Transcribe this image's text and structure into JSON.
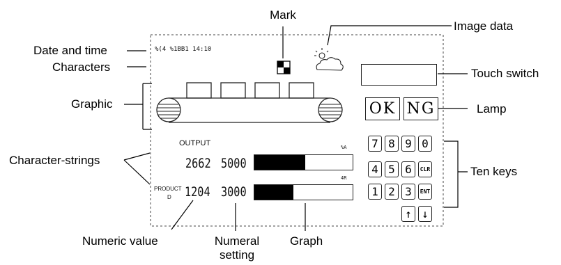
{
  "callouts": {
    "mark": "Mark",
    "image_data": "Image data",
    "date_and_time": "Date and time",
    "characters": "Characters",
    "touch_switch": "Touch switch",
    "graphic": "Graphic",
    "lamp": "Lamp",
    "character_strings": "Character-strings",
    "ten_keys": "Ten keys",
    "numeric_value": "Numeric value",
    "numeral_setting_line1": "Numeral",
    "numeral_setting_line2": "setting",
    "graph": "Graph"
  },
  "screen": {
    "datetime": "%(4 %1BB1 14:10",
    "output_label": "OUTPUT",
    "product_label_1": "PRODUCT",
    "product_label_2": "D",
    "output_value": "2662",
    "output_setting": "5000",
    "product_value": "1204",
    "product_setting": "3000",
    "unit_top": "%A",
    "unit_bottom": "4R",
    "lamp_ok": "OK",
    "lamp_ng": "NG",
    "output_graph_level": 0.52,
    "product_graph_level": 0.4
  },
  "keypad": {
    "row1": [
      "7",
      "8",
      "9",
      "0"
    ],
    "row2": [
      "4",
      "5",
      "6",
      "CLR"
    ],
    "row3": [
      "1",
      "2",
      "3",
      "ENT"
    ],
    "row4": [
      "↑",
      "↓"
    ]
  }
}
